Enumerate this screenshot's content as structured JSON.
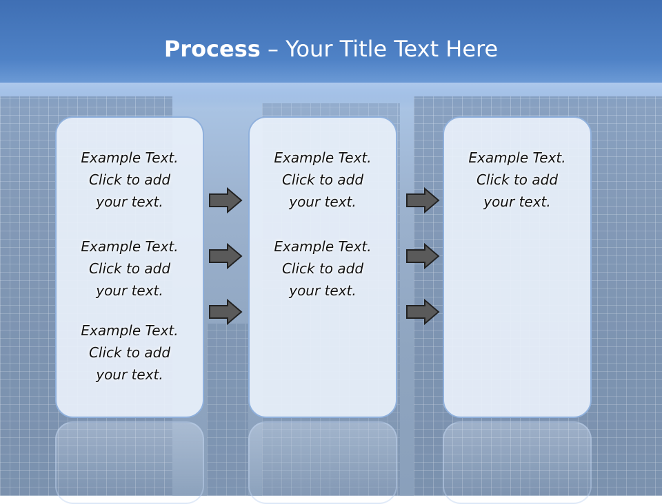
{
  "title": {
    "bold": "Process",
    "rest": " – Your Title Text Here"
  },
  "colors": {
    "panel_border": "#8fb0dc",
    "arrow_fill": "#5a5a5a",
    "title": "#ffffff"
  },
  "panels": [
    {
      "blocks": [
        {
          "l1": "Example Text.",
          "l2": "Click  to add",
          "l3": "your text."
        },
        {
          "l1": "Example Text.",
          "l2": "Click  to add",
          "l3": "your text."
        },
        {
          "l1": "Example Text.",
          "l2": "Click  to add",
          "l3": "your text."
        }
      ]
    },
    {
      "blocks": [
        {
          "l1": "Example Text.",
          "l2": "Click  to add",
          "l3": "your text."
        },
        {
          "l1": "Example Text.",
          "l2": "Click  to add",
          "l3": "your text."
        }
      ]
    },
    {
      "blocks": [
        {
          "l1": "Example Text.",
          "l2": "Click  to add",
          "l3": "your text."
        }
      ]
    }
  ],
  "icons": {
    "arrow": "right-arrow-icon"
  }
}
